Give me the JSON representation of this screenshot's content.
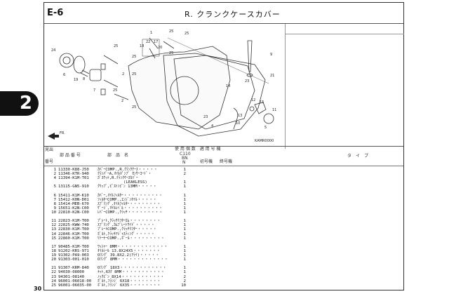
{
  "header": {
    "code": "E-6",
    "title": "R. クランクケースカバー"
  },
  "section_tab": "2",
  "page_number": "30",
  "diagram": {
    "callouts": [
      "1",
      "25",
      "25",
      "22",
      "17",
      "18",
      "20",
      "25",
      "24",
      "25",
      "25",
      "6",
      "19",
      "8",
      "7",
      "2",
      "25",
      "25",
      "2",
      "25",
      "9",
      "21",
      "23",
      "14",
      "12",
      "15",
      "11",
      "13",
      "10",
      "5",
      "23",
      "4"
    ],
    "figure_code": "KAMR0000",
    "fr_mark": "FR."
  },
  "table": {
    "headers": {
      "ref_top": "見出",
      "ref_bottom": "番号",
      "part_no": "部 品 番 号",
      "part_name": "部　品　名",
      "qty_applicable": "使 用 個 数　適 用 号 機",
      "model": "C110",
      "model_sub1": "BN",
      "model_sub2": "N",
      "first_model": "初号機",
      "last_model": "終号機",
      "type": "タ　イ　プ"
    },
    "rows": [
      {
        "ref": "1",
        "part_no": "11330-K88-J50",
        "name": "ｶﾊﾞｰCOMP.,R.ｸﾗﾝｸｹｰｽ・・・・・",
        "qty": "1"
      },
      {
        "ref": "2",
        "part_no": "11346-KTR-940",
        "name": "ｸﾗﾝﾊﾟｰA,ｵｲﾙﾎﾟﾝﾌﾟ ｾﾝｻｰｺｰﾄﾞ・",
        "qty": "2"
      },
      {
        "ref": "4",
        "part_no": "11394-K1M-T01",
        "name": "ｶﾞｽｹｯﾄ,R.ｸﾗﾝｸｹｰｽｶﾊﾞｰ",
        "qty": ""
      },
      {
        "ref": "",
        "part_no": "",
        "name": "           (LEAKLESS)",
        "qty": "1"
      },
      {
        "ref": "5",
        "part_no": "13115-GN5-910",
        "name": "ｸﾘｯﾌﾟ,ﾋﾟｽﾄﾝﾋﾟﾝ 13MM・・・・・",
        "qty": "1"
      },
      {
        "ref": "",
        "part_no": "",
        "name": "",
        "qty": ""
      },
      {
        "ref": "6",
        "part_no": "15411-K1M-K10",
        "name": "ｶﾊﾞｰ,ｵｲﾙﾌｨﾙﾀｰ・・・・・・・・・・",
        "qty": "1"
      },
      {
        "ref": "7",
        "part_no": "15412-K0N-D01",
        "name": "ﾌｨﾙﾀｰCOMP.,ｴﾝｼﾞﾝｵｲﾙ・・・・・",
        "qty": "1"
      },
      {
        "ref": "8",
        "part_no": "15414-MEB-670",
        "name": "ｽﾌﾟﾘﾝｸﾞ,ｵｲﾙﾌｨﾙﾀｰ・・・・・・・・",
        "qty": "1"
      },
      {
        "ref": "9",
        "part_no": "15651-K2N-C00",
        "name": "ｹﾞｰｼﾞ,ｵｲﾙﾚﾍﾞﾙ・・・・・・・・・・",
        "qty": "1"
      },
      {
        "ref": "10",
        "part_no": "22810-K2N-C00",
        "name": "ﾚﾊﾞｰCOMP.,ｸﾗｯﾁ・・・・・・・・・",
        "qty": "1"
      },
      {
        "ref": "",
        "part_no": "",
        "name": "",
        "qty": ""
      },
      {
        "ref": "11",
        "part_no": "22823-K1M-T00",
        "name": "ﾌﾟﾚｰﾄ,ｸﾗｯﾁﾘﾌﾀｰｶﾑ・・・・・・・・",
        "qty": "1"
      },
      {
        "ref": "12",
        "part_no": "22825-KWW-740",
        "name": "ｽﾌﾟﾘﾝｸﾞ,ｶﾑﾌﾟﾚｰﾄｻｲﾄﾞ・・・・・",
        "qty": "1"
      },
      {
        "ref": "13",
        "part_no": "22830-K1M-T00",
        "name": "ﾌﾟﾚｰﾄCOMP.,ｸﾗｯﾁﾘﾌﾀｰ・・・・・",
        "qty": "1"
      },
      {
        "ref": "14",
        "part_no": "22846-K1M-T00",
        "name": "ﾎﾞﾙﾄ,ｸﾗｯﾁｱｼﾞｬｽﾃｨﾝｸﾞ・・・・・",
        "qty": "1"
      },
      {
        "ref": "15",
        "part_no": "22860-K1M-T00",
        "name": "ﾘﾃｰﾅｰCOMP.,ﾎﾞｰﾙ・・・・・・・・・",
        "qty": "1"
      },
      {
        "ref": "",
        "part_no": "",
        "name": "",
        "qty": ""
      },
      {
        "ref": "17",
        "part_no": "90485-K1M-T00",
        "name": "ﾜｯｼｬｰ 8MM・・・・・・・・・・・・・",
        "qty": "1"
      },
      {
        "ref": "18",
        "part_no": "91202-KRS-971",
        "name": "ｵｲﾙｼｰﾙ 13.8X24X5・・・・・・・",
        "qty": "1"
      },
      {
        "ref": "19",
        "part_no": "91302-PA9-003",
        "name": "Oﾘﾝｸﾞ 39.8X2.2(ｱﾗｲ)・・・・・",
        "qty": "1"
      },
      {
        "ref": "20",
        "part_no": "91303-001-010",
        "name": "Oﾘﾝｸﾞ 8MM・・・・・・・・・・・・・",
        "qty": "1"
      },
      {
        "ref": "",
        "part_no": "",
        "name": "",
        "qty": ""
      },
      {
        "ref": "21",
        "part_no": "91307-KRM-840",
        "name": "Oﾘﾝｸﾞ 18X3・・・・・・・・・・・・",
        "qty": "1"
      },
      {
        "ref": "22",
        "part_no": "94030-08000",
        "name": "ﾅｯﾄ,6ｶｸ 8MM・・・・・・・・・・・",
        "qty": "1"
      },
      {
        "ref": "23",
        "part_no": "94301-08140",
        "name": "ﾉｯｸﾋﾟﾝ 8X14・・・・・・・・・・・",
        "qty": "2"
      },
      {
        "ref": "24",
        "part_no": "96001-06018-00",
        "name": "ﾎﾞﾙﾄ,ﾌﾗﾝｼﾞ 6X18・・・・・・・・",
        "qty": "2"
      },
      {
        "ref": "25",
        "part_no": "96001-06035-00",
        "name": "ﾎﾞﾙﾄ,ﾌﾗﾝｼﾞ 6X35・・・・・・・・",
        "qty": "10"
      }
    ]
  }
}
